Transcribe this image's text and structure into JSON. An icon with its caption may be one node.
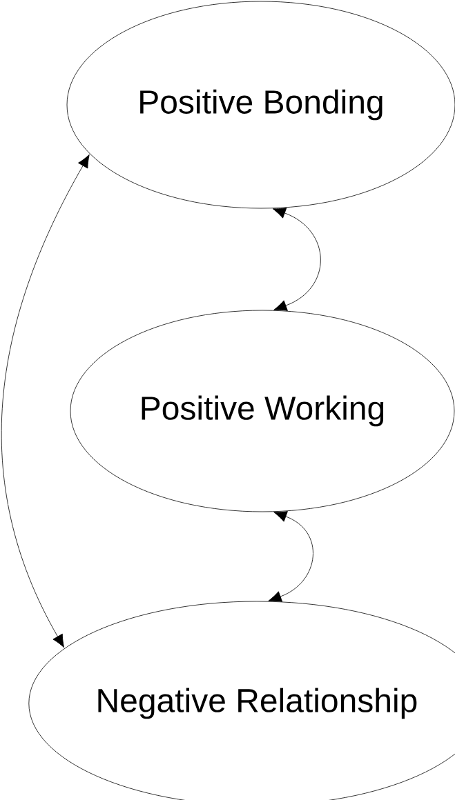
{
  "diagram": {
    "nodes": [
      {
        "text": [
          "Positive Bonding"
        ]
      },
      {
        "text": [
          "Positive Working"
        ]
      },
      {
        "text": [
          "Negative Relationship"
        ]
      }
    ],
    "edges": [
      {
        "from": 0,
        "to": 1,
        "arrow": "both"
      },
      {
        "from": 1,
        "to": 2,
        "arrow": "both"
      },
      {
        "from": 0,
        "to": 2,
        "arrow": "both"
      }
    ]
  }
}
